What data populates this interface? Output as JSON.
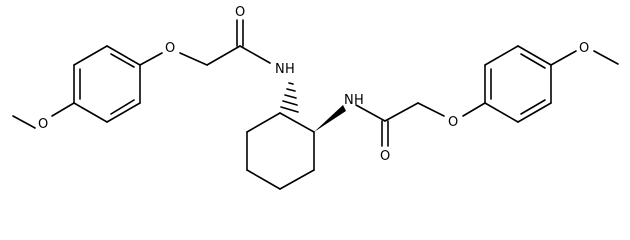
{
  "atoms": {
    "o_ether_left": "O",
    "o_methoxy_left": "O",
    "o_carbonyl_left": "O",
    "n_amide_left": "N",
    "h_amide_left": "H",
    "n_amide_right": "N",
    "h_amide_right": "H",
    "o_carbonyl_right": "O",
    "o_ether_right": "O",
    "o_methoxy_right": "O"
  }
}
